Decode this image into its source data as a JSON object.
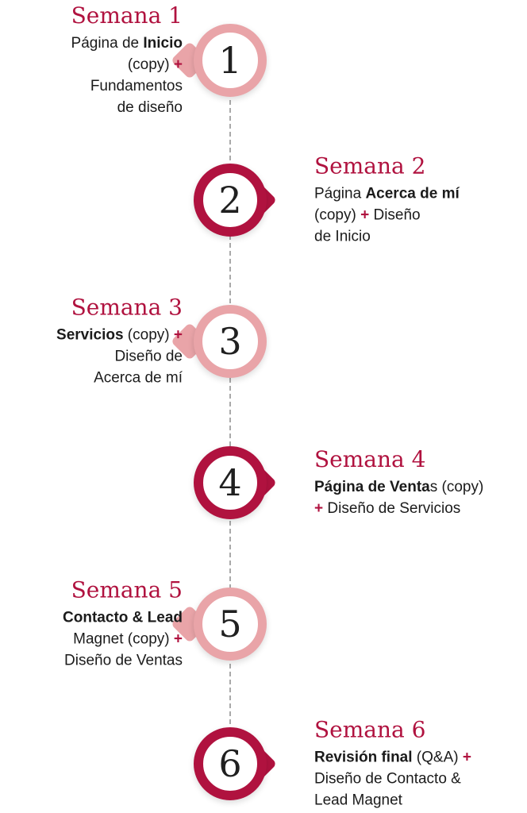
{
  "colors": {
    "crimson": "#b0123f",
    "rose": "#e9a4a8",
    "ink": "#1b1b1b",
    "line": "#9b9b9b",
    "bg": "#ffffff"
  },
  "steps": [
    {
      "number": "1",
      "title": "Semana 1",
      "side": "left",
      "tone": "rose",
      "lines": [
        [
          {
            "t": "Página de "
          },
          {
            "t": "Inicio",
            "b": true
          }
        ],
        [
          {
            "t": "(copy) "
          },
          {
            "t": "+",
            "b": true,
            "a": true
          }
        ],
        [
          {
            "t": "Fundamentos"
          }
        ],
        [
          {
            "t": "de diseño"
          }
        ]
      ]
    },
    {
      "number": "2",
      "title": "Semana 2",
      "side": "right",
      "tone": "crimson",
      "lines": [
        [
          {
            "t": "Página "
          },
          {
            "t": "Acerca de mí",
            "b": true
          }
        ],
        [
          {
            "t": "(copy) "
          },
          {
            "t": "+",
            "b": true,
            "a": true
          },
          {
            "t": " Diseño"
          }
        ],
        [
          {
            "t": "de Inicio"
          }
        ]
      ]
    },
    {
      "number": "3",
      "title": "Semana 3",
      "side": "left",
      "tone": "rose",
      "lines": [
        [
          {
            "t": "Servicios",
            "b": true
          },
          {
            "t": " (copy) "
          },
          {
            "t": "+",
            "b": true,
            "a": true
          }
        ],
        [
          {
            "t": "Diseño de"
          }
        ],
        [
          {
            "t": "Acerca de mí"
          }
        ]
      ]
    },
    {
      "number": "4",
      "title": "Semana 4",
      "side": "right",
      "tone": "crimson",
      "lines": [
        [
          {
            "t": "Página de Venta",
            "b": true
          },
          {
            "t": "s (copy)"
          }
        ],
        [
          {
            "t": "+",
            "b": true,
            "a": true
          },
          {
            "t": " Diseño de Servicios"
          }
        ]
      ]
    },
    {
      "number": "5",
      "title": "Semana 5",
      "side": "left",
      "tone": "rose",
      "lines": [
        [
          {
            "t": "Contacto & Lead",
            "b": true
          }
        ],
        [
          {
            "t": "Magnet (copy) "
          },
          {
            "t": "+",
            "b": true,
            "a": true
          }
        ],
        [
          {
            "t": "Diseño de Ventas"
          }
        ]
      ]
    },
    {
      "number": "6",
      "title": "Semana 6",
      "side": "right",
      "tone": "crimson",
      "lines": [
        [
          {
            "t": "Revisión final",
            "b": true
          },
          {
            "t": " (Q&A) "
          },
          {
            "t": "+",
            "b": true,
            "a": true
          }
        ],
        [
          {
            "t": "Diseño de Contacto &"
          }
        ],
        [
          {
            "t": "Lead Magnet"
          }
        ]
      ]
    }
  ]
}
